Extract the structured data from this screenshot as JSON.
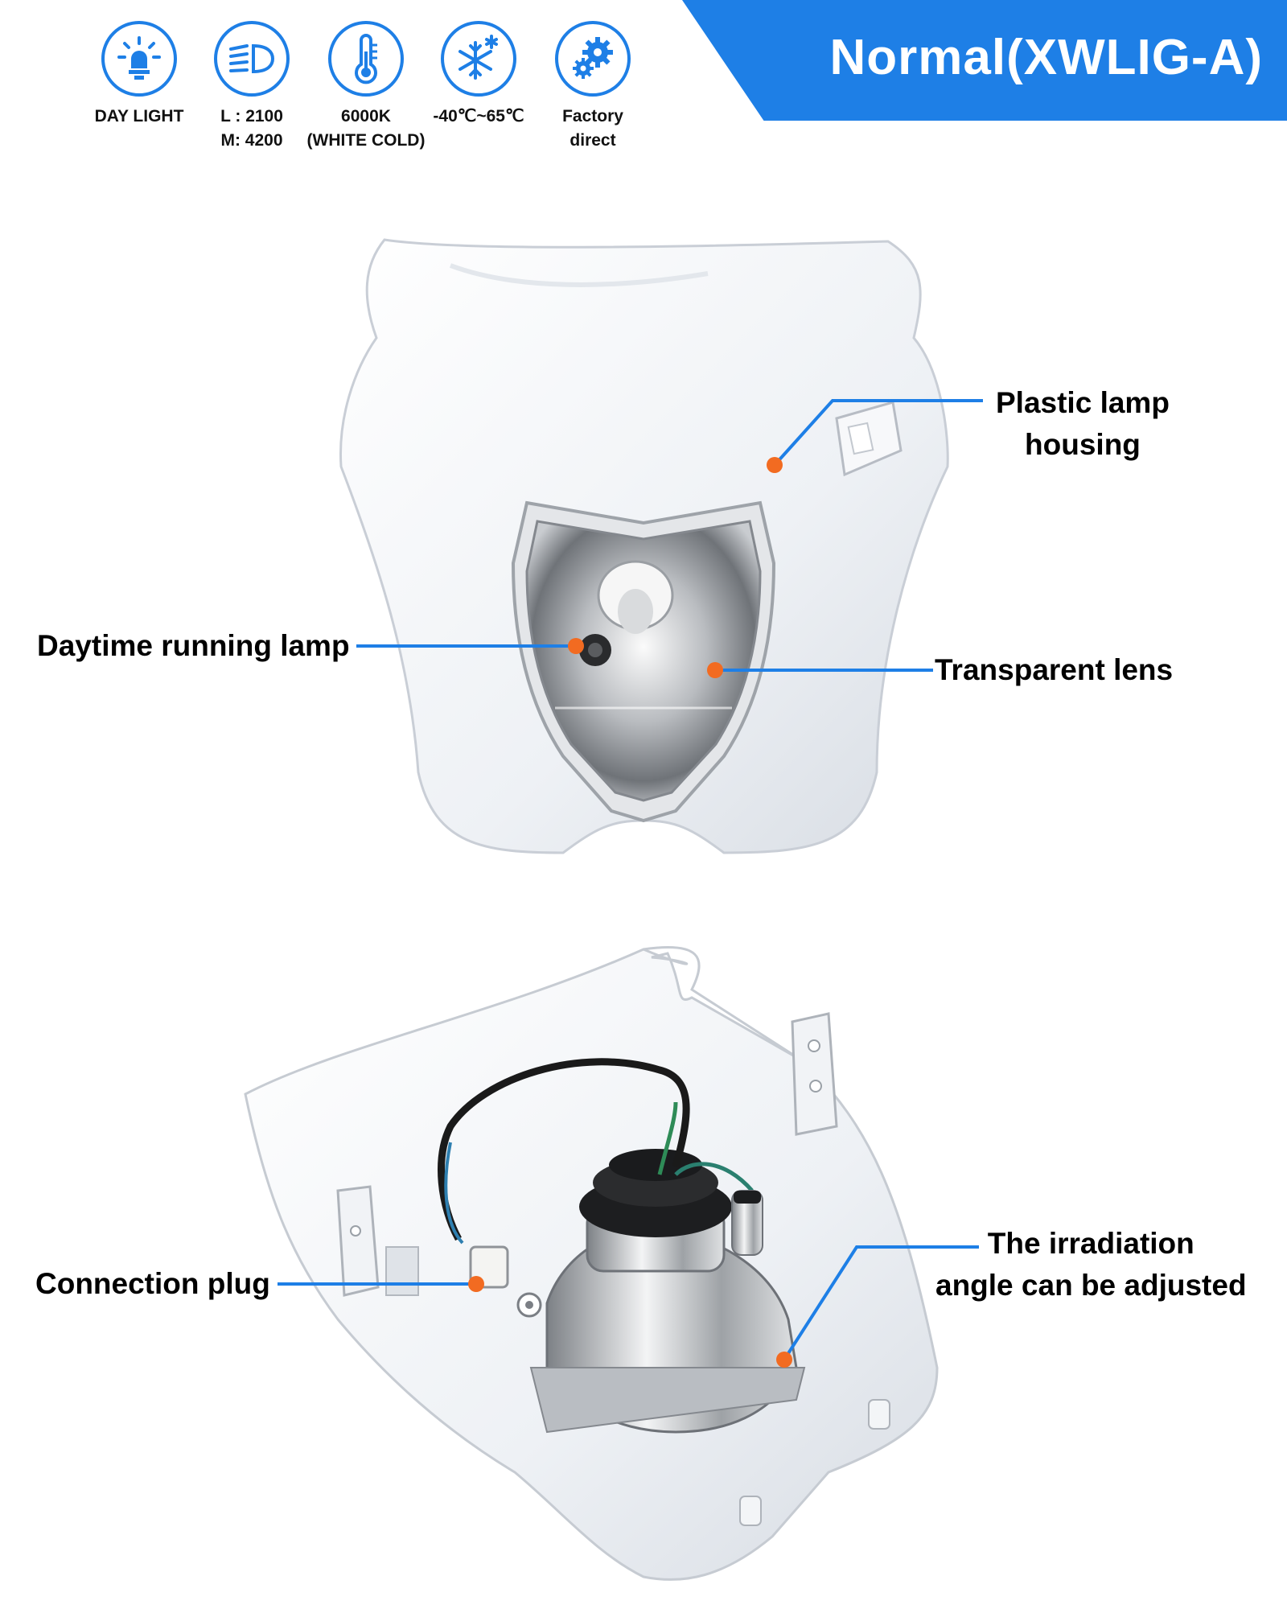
{
  "banner": {
    "title": "Normal(XWLIG-A)",
    "color": "#1E7FE6"
  },
  "features": [
    {
      "icon": "daylight-bulb-icon",
      "label": "DAY LIGHT"
    },
    {
      "icon": "headlight-beam-icon",
      "label": "L : 2100\nM: 4200"
    },
    {
      "icon": "thermometer-icon",
      "label": "6000K\n(WHITE COLD)"
    },
    {
      "icon": "snowflake-icon",
      "label": "-40℃~65℃"
    },
    {
      "icon": "gears-icon",
      "label": "Factory\ndirect"
    }
  ],
  "callouts": {
    "plastic_housing": "Plastic lamp\nhousing",
    "daytime_lamp": "Daytime running lamp",
    "transparent_lens": "Transparent lens",
    "connection_plug": "Connection plug",
    "irradiation_angle": "The irradiation\nangle can be adjusted"
  },
  "colors": {
    "accent": "#1E7FE6",
    "marker": "#F26B21"
  }
}
